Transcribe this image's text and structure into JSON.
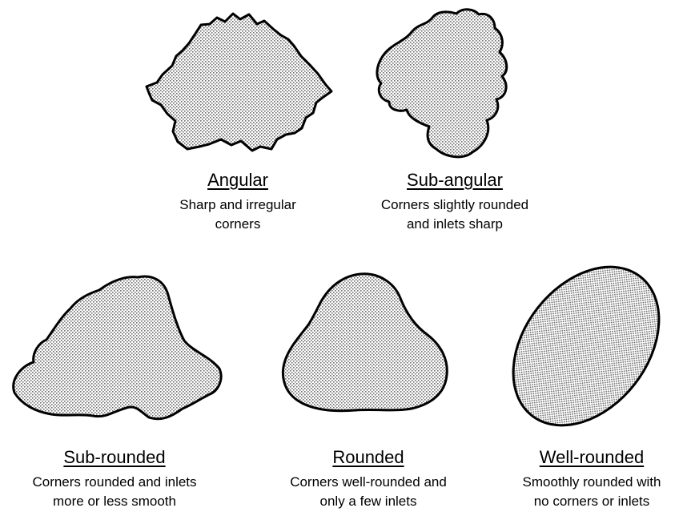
{
  "grains": [
    {
      "name": "Angular",
      "desc_line1": "Sharp and irregular",
      "desc_line2": "corners"
    },
    {
      "name": "Sub-angular",
      "desc_line1": "Corners slightly rounded",
      "desc_line2": "and inlets sharp"
    },
    {
      "name": "Sub-rounded",
      "desc_line1": "Corners rounded and inlets",
      "desc_line2": "more or less smooth"
    },
    {
      "name": "Rounded",
      "desc_line1": "Corners well-rounded and",
      "desc_line2": "only a few inlets"
    },
    {
      "name": "Well-rounded",
      "desc_line1": "Smoothly rounded with",
      "desc_line2": "no corners or inlets"
    }
  ]
}
